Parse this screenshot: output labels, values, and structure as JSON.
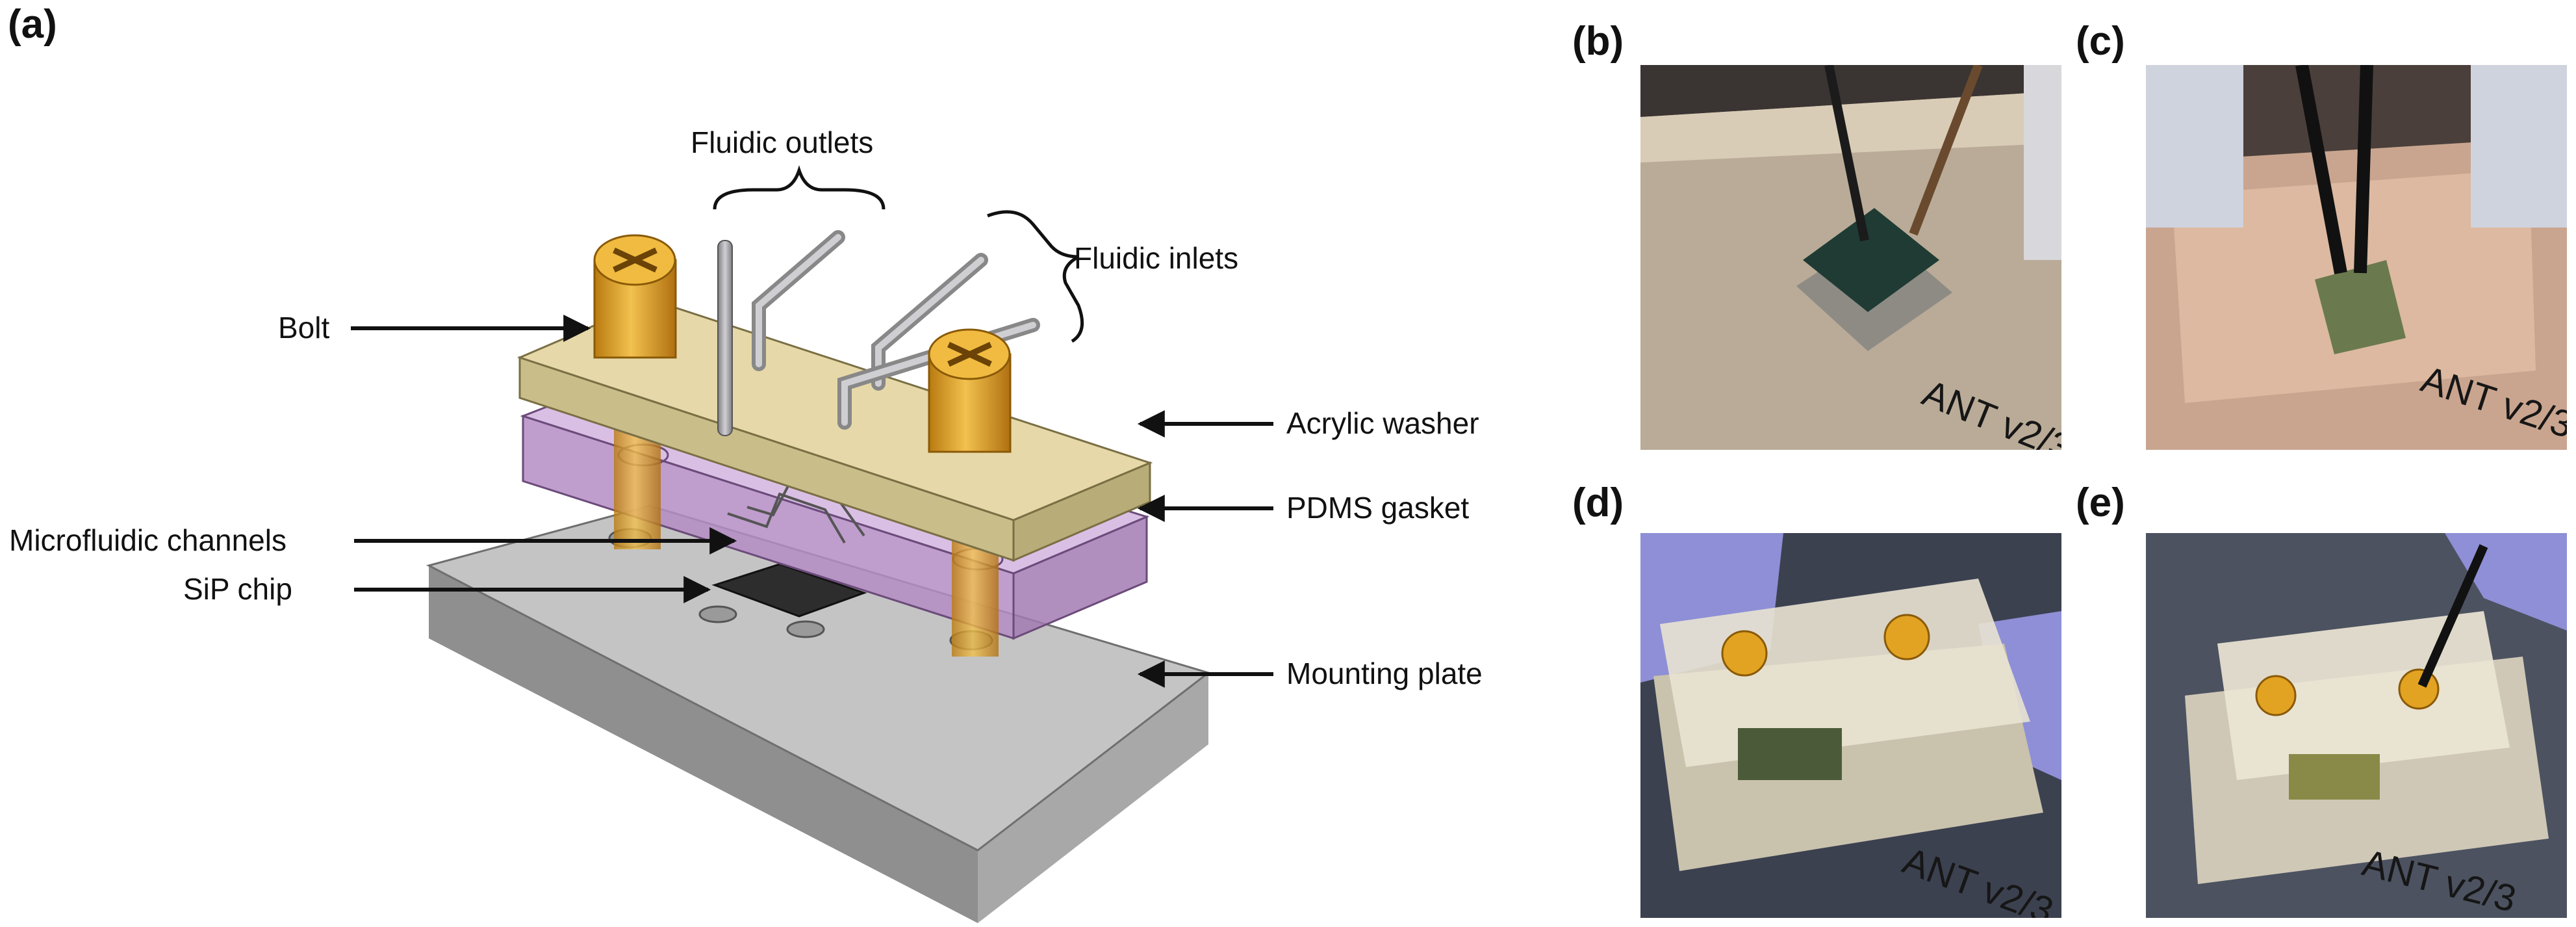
{
  "panels": {
    "a": "(a)",
    "b": "(b)",
    "c": "(c)",
    "d": "(d)",
    "e": "(e)"
  },
  "callouts": {
    "fluidic_outlets": "Fluidic outlets",
    "fluidic_inlets": "Fluidic inlets",
    "bolt": "Bolt",
    "acrylic_washer": "Acrylic washer",
    "pdms_gasket": "PDMS gasket",
    "microfluidic_channels": "Microfluidic channels",
    "sip_chip": "SiP chip",
    "mounting_plate": "Mounting plate"
  },
  "photos": {
    "plate_marking": "ANT v2/3"
  },
  "colors": {
    "acrylic": "#e6d8a8",
    "pdms": "#c9a6d6",
    "plate": "#c2c2c2",
    "bolt": "#e2a322",
    "tube": "#a9a9ad",
    "glove": "#8e8fd6"
  }
}
